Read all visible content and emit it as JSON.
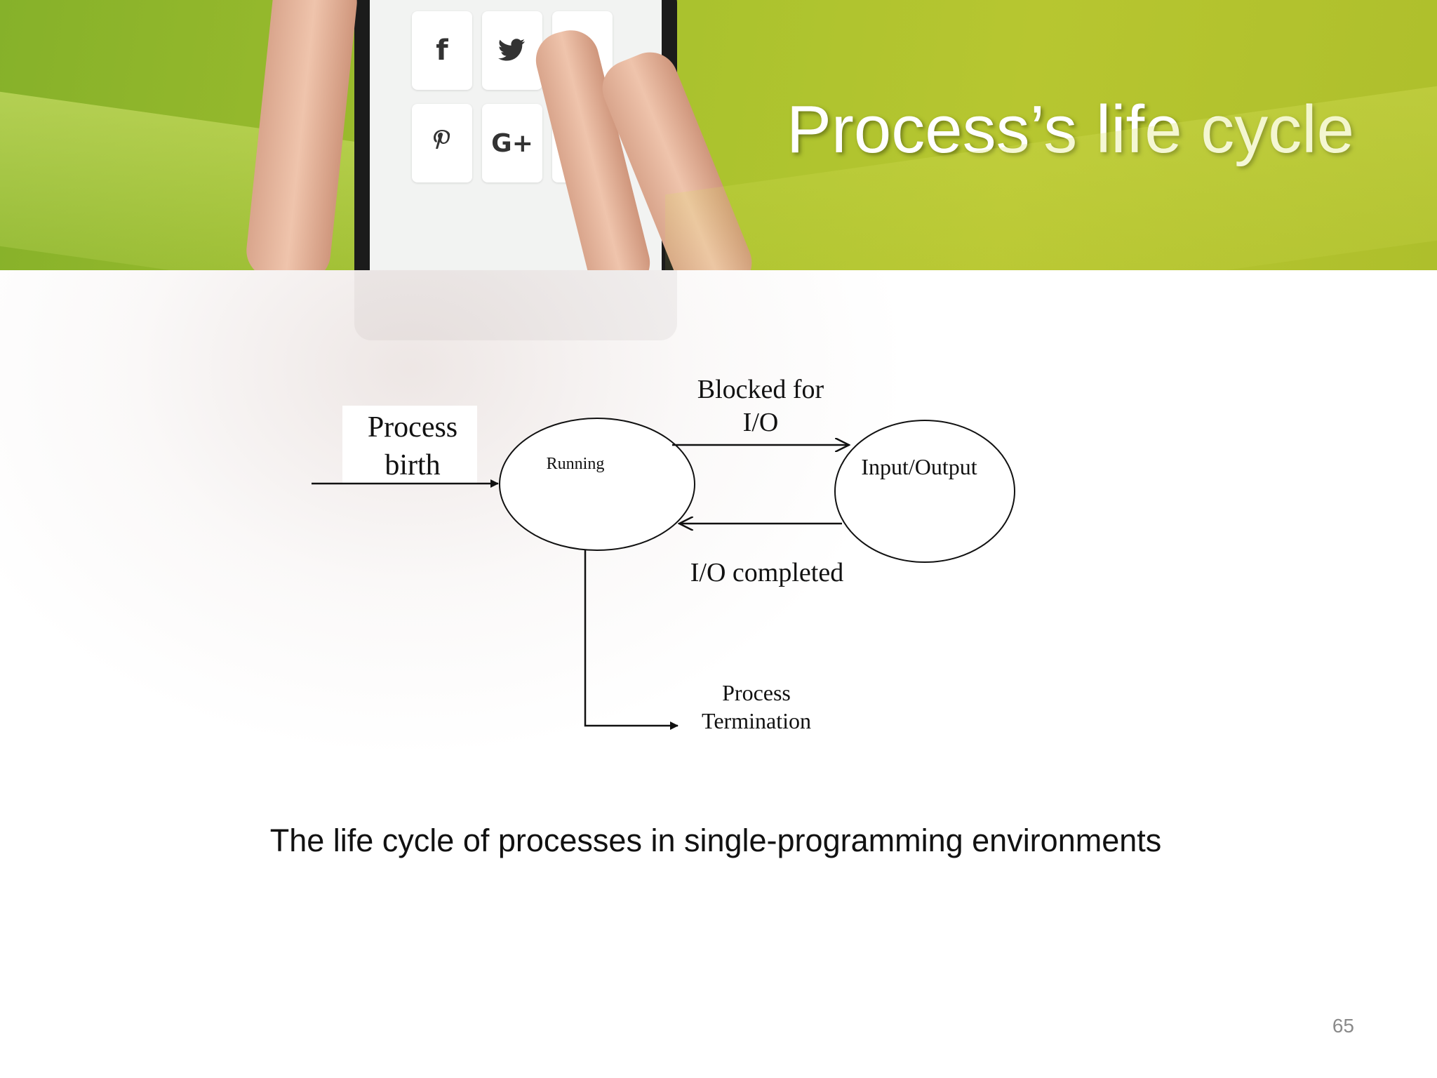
{
  "slide": {
    "title": "Process’s life cycle",
    "caption": "The life cycle of processes in single-programming environments",
    "page_number": "65"
  },
  "diagram": {
    "nodes": {
      "running": "Running",
      "io": "Input/Output"
    },
    "labels": {
      "birth_line1": "Process",
      "birth_line2": "birth",
      "blocked_line1": "Blocked for",
      "blocked_line2": "I/O",
      "io_completed": "I/O completed",
      "termination_line1": "Process",
      "termination_line2": "Termination"
    }
  },
  "background_icons": [
    "facebook-icon",
    "twitter-icon",
    "instagram-icon",
    "pinterest-icon",
    "google-plus-icon",
    "vine-icon"
  ],
  "colors": {
    "header_green": "#b0c22e",
    "title_text": "#ffffff",
    "caption_text": "#111111"
  }
}
